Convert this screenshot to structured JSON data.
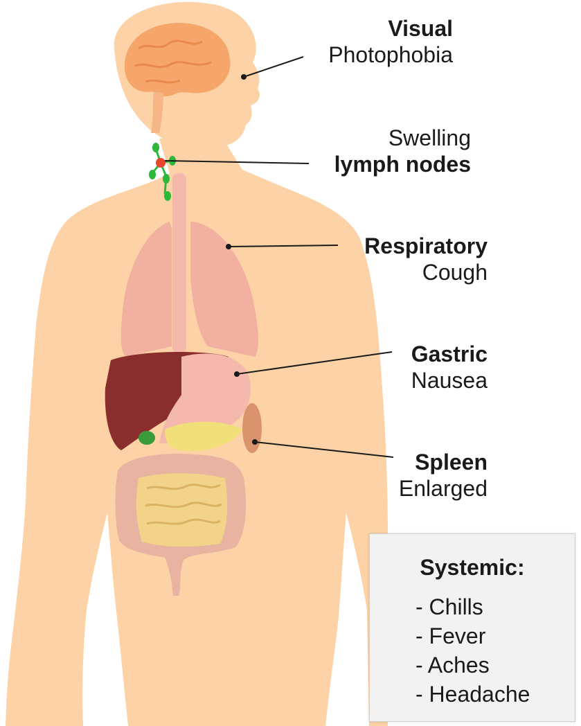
{
  "labels": {
    "visual": {
      "title": "Visual",
      "symptom": "Photophobia"
    },
    "lymph": {
      "symptom": "Swelling",
      "title": "lymph nodes"
    },
    "respiratory": {
      "title": "Respiratory",
      "symptom": "Cough"
    },
    "gastric": {
      "title": "Gastric",
      "symptom": "Nausea"
    },
    "spleen": {
      "title": "Spleen",
      "symptom": "Enlarged"
    }
  },
  "systemic": {
    "title": "Systemic:",
    "items": [
      "- Chills",
      "- Fever",
      "- Aches",
      "- Headache"
    ]
  },
  "colors": {
    "skin": "#fcd2a6",
    "skin_shadow": "#f6c08e",
    "lung": "#f1b0a0",
    "liver": "#8a2d2d",
    "stomach": "#f4b8ad",
    "intestine": "#f1d38a",
    "colon": "#e8b3a0",
    "lymph": "#2db83a",
    "lymph_active": "#e8452c",
    "brain": "#f6a56b"
  }
}
